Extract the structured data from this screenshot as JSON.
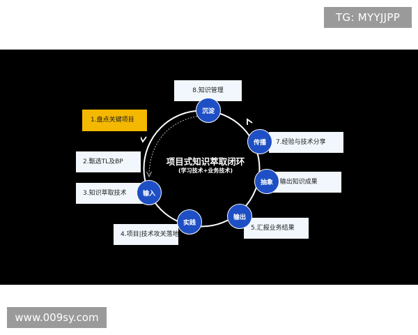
{
  "watermarks": {
    "telegram": "TG: MYYJJPP",
    "website": "www.009sy.com"
  },
  "diagram": {
    "title": "项目式知识萃取闭环",
    "subtitle": "(学习技术+业务技术)",
    "highlight_color": "#f4b800",
    "node_color": "#1e4fc4",
    "box_color": "#f1f7fc",
    "boxes": [
      "1.盘点关键项目",
      "2.甄选TL及BP",
      "3.知识萃取技术",
      "4.项目|技术攻关落地",
      "5.汇报业务结果",
      "6.输出知识成果",
      "7.经验与技术分享",
      "8.知识管理"
    ],
    "nodes": {
      "input": "输入",
      "practice": "实践",
      "output": "输出",
      "abstract": "抽象",
      "spread": "传播",
      "settle": "沉淀"
    }
  }
}
